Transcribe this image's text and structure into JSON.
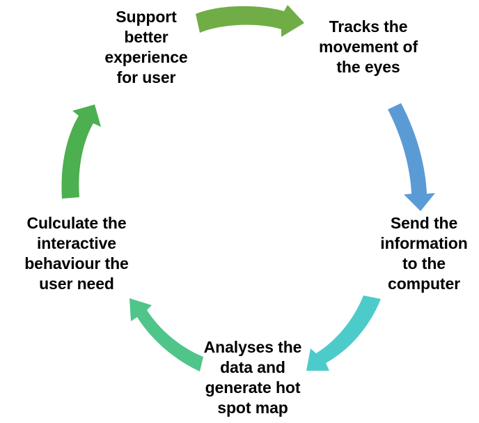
{
  "diagram": {
    "type": "cycle",
    "title": "",
    "background_color": "#ffffff",
    "text_color": "#000000",
    "nodes": [
      {
        "id": "tracks",
        "position": "top-right",
        "text": "Tracks the\nmovement of\nthe eyes"
      },
      {
        "id": "send",
        "position": "right",
        "text": "Send the\ninformation\nto the\ncomputer"
      },
      {
        "id": "analyses",
        "position": "bottom",
        "text": "Analyses the\ndata and\ngenerate hot\nspot map"
      },
      {
        "id": "calculate",
        "position": "left",
        "text": "Culculate the\ninteractive\nbehaviour the\nuser need"
      },
      {
        "id": "support",
        "position": "top-left",
        "text": "Support\nbetter\nexperience\nfor user"
      }
    ],
    "arrows": [
      {
        "id": "arrow-support-to-tracks",
        "from": "support",
        "to": "tracks",
        "color": "#70AD47",
        "direction": "right"
      },
      {
        "id": "arrow-tracks-to-send",
        "from": "tracks",
        "to": "send",
        "color": "#5B9BD5",
        "direction": "down"
      },
      {
        "id": "arrow-send-to-analyses",
        "from": "send",
        "to": "analyses",
        "color": "#4DCBCB",
        "direction": "down-left"
      },
      {
        "id": "arrow-analyses-to-calculate",
        "from": "analyses",
        "to": "calculate",
        "color": "#4FC58A",
        "direction": "up-left"
      },
      {
        "id": "arrow-calculate-to-support",
        "from": "calculate",
        "to": "support",
        "color": "#4CAF50",
        "direction": "up"
      }
    ]
  }
}
